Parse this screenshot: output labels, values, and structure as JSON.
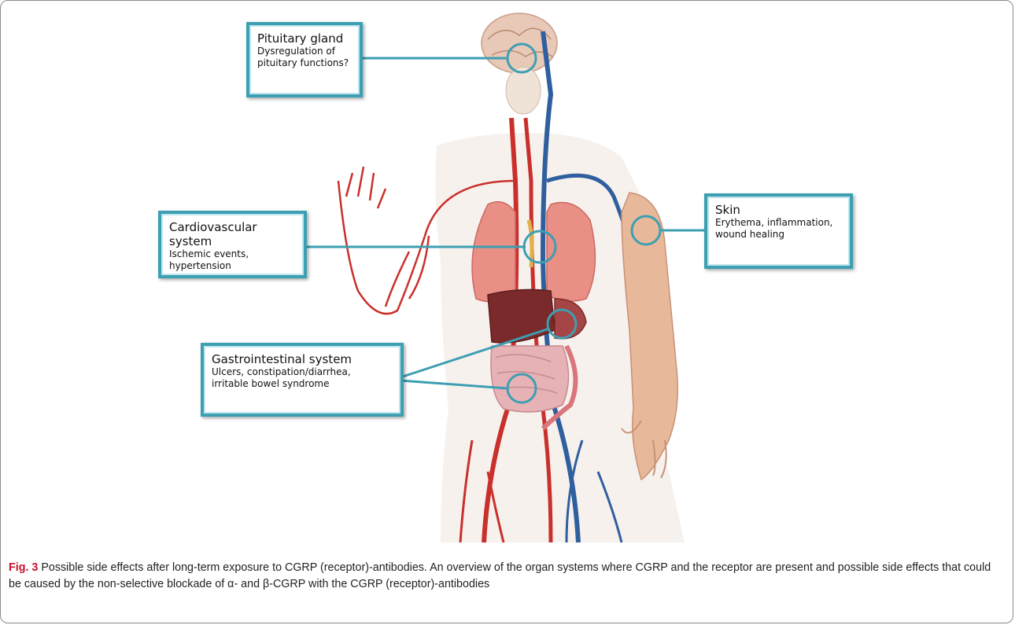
{
  "callouts": {
    "pituitary": {
      "title": "Pituitary gland",
      "desc": "Dysregulation of\npituitary functions?"
    },
    "cardio": {
      "title": "Cardiovascular system",
      "desc": "Ischemic events,\nhypertension"
    },
    "skin": {
      "title": "Skin",
      "desc": "Erythema, inflammation,\nwound healing"
    },
    "gi": {
      "title": "Gastrointestinal system",
      "desc": "Ulcers, constipation/diarrhea,\nirritable bowel syndrome"
    }
  },
  "caption": {
    "label": "Fig. 3",
    "text": "Possible side effects after long-term exposure to CGRP (receptor)-antibodies. An overview of the organ systems where CGRP and the receptor are present and possible side effects that could be caused by the non-selective blockade of α- and β-CGRP with the CGRP (receptor)-antibodies"
  },
  "colors": {
    "artery": "#c9302c",
    "vein": "#2f5f9e",
    "callout_border": "#3d9fb2",
    "caption_label": "#c8102e"
  }
}
